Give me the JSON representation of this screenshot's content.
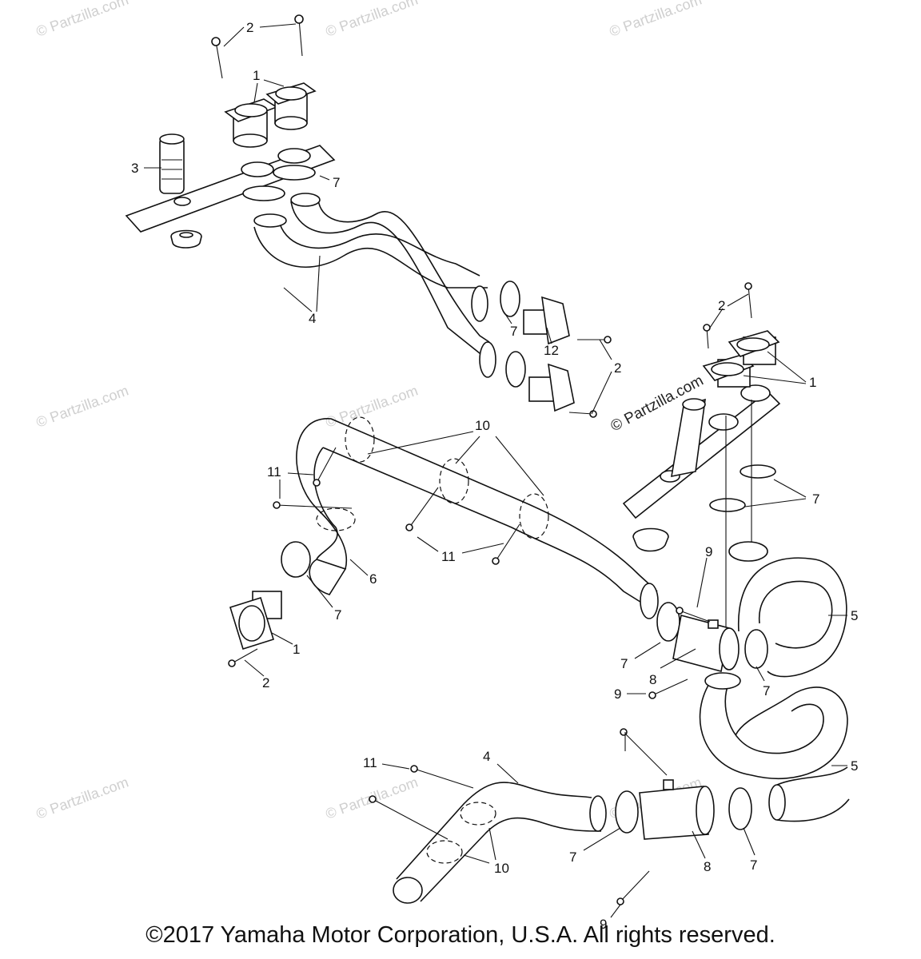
{
  "watermarks": {
    "site": "© Partzilla.com",
    "visible_site_text": "© Partzilla.com"
  },
  "callouts": {
    "c1_a": "1",
    "c2_a": "2",
    "c3": "3",
    "c7_a": "7",
    "c4_a": "4",
    "c7_b": "7",
    "c12": "12",
    "c2_b": "2",
    "c2_c": "2",
    "c1_b": "1",
    "c10": "10",
    "c11_a": "11",
    "c11_b": "11",
    "c7_c": "7",
    "c6": "6",
    "c7_d": "7",
    "c1_c": "1",
    "c2_d": "2",
    "c9_a": "9",
    "c5_a": "5",
    "c7_e": "7",
    "c8_a": "8",
    "c7_f": "7",
    "c9_b": "9",
    "c5_b": "5",
    "c11_c": "11",
    "c4_b": "4",
    "c7_g": "7",
    "c8_b": "8",
    "c7_h": "7",
    "c10_b": "10",
    "c9_c": "9"
  },
  "footer": {
    "copyright": "©2017 Yamaha Motor Corporation, U.S.A. All rights reserved."
  }
}
